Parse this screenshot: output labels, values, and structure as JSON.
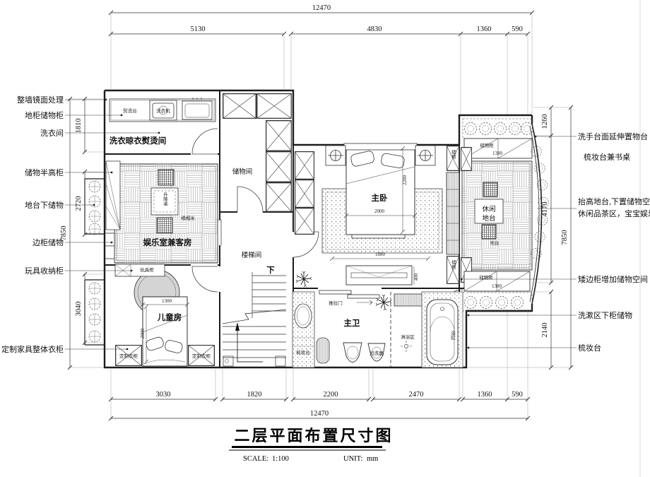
{
  "title_block": {
    "title": "二层平面布置尺寸图",
    "scale_label": "SCALE:",
    "scale_value": "1:100",
    "unit_label": "UNIT:",
    "unit_value": "mm"
  },
  "dims": {
    "top_overall": "12470",
    "top_segments": [
      "5130",
      "4830",
      "1360",
      "590"
    ],
    "bottom_segments": [
      "3030",
      "1820",
      "2200",
      "2470",
      "1360",
      "590"
    ],
    "bottom_overall": "12470",
    "left_outer": "7850",
    "left_segments": [
      "1810",
      "2720",
      "3040"
    ],
    "right_outer": "7850",
    "right_segments": [
      "1260",
      "4170",
      "2140"
    ]
  },
  "left_labels": [
    "整墙镜面处理",
    "地柜储物柜",
    "洗衣间",
    "储物半高柜",
    "地台下储物",
    "边柜储物",
    "玩具收纳柜",
    "定制家具整体衣柜"
  ],
  "right_labels": [
    "洗手台面延伸置物台",
    "梳妆台兼书桌",
    "抬高地台,下置储物空间,",
    "休闲品茶区，宝宝娱乐区",
    "矮边柜增加储物空间",
    "洗漱区下柜储物",
    "梳妆台"
  ],
  "rooms": {
    "laundry": "洗衣晾衣熨烫间",
    "storage": "储物间",
    "entertainment": "娱乐室兼客房",
    "stairs": "楼梯间",
    "kids": "儿童房",
    "master": "主卧",
    "leisure1": "休闲",
    "leisure2": "地台",
    "bath": "主卫"
  },
  "furniture": {
    "ironing": "熨烫台",
    "washer": "洗衣机",
    "lift_table": "升降桌",
    "tatami": "榻榻米",
    "toy_cabinet": "玩具柜",
    "wardrobe_l": "定制衣柜",
    "wardrobe_r": "定制衣柜",
    "cabinet_top": "储物柜",
    "cabinet_bottom": "储物柜",
    "platform_small": "地台",
    "low_cab_top": "矮柜",
    "low_cab_bottom": "矮柜",
    "sliding_door": "推拉门",
    "shower": "淋浴区",
    "tub": "浴缸",
    "bidet": "妇洗器",
    "vanity": "梳妆台",
    "down": "下"
  },
  "inline_dims": {
    "bed_w": "2000",
    "bed_l": "2200",
    "rug_w": "1880",
    "tv_d": "400",
    "kid_bed_w": "1300",
    "kid_bed_l": "2000",
    "cab_top": "1380",
    "cab_bottom": "1380"
  }
}
